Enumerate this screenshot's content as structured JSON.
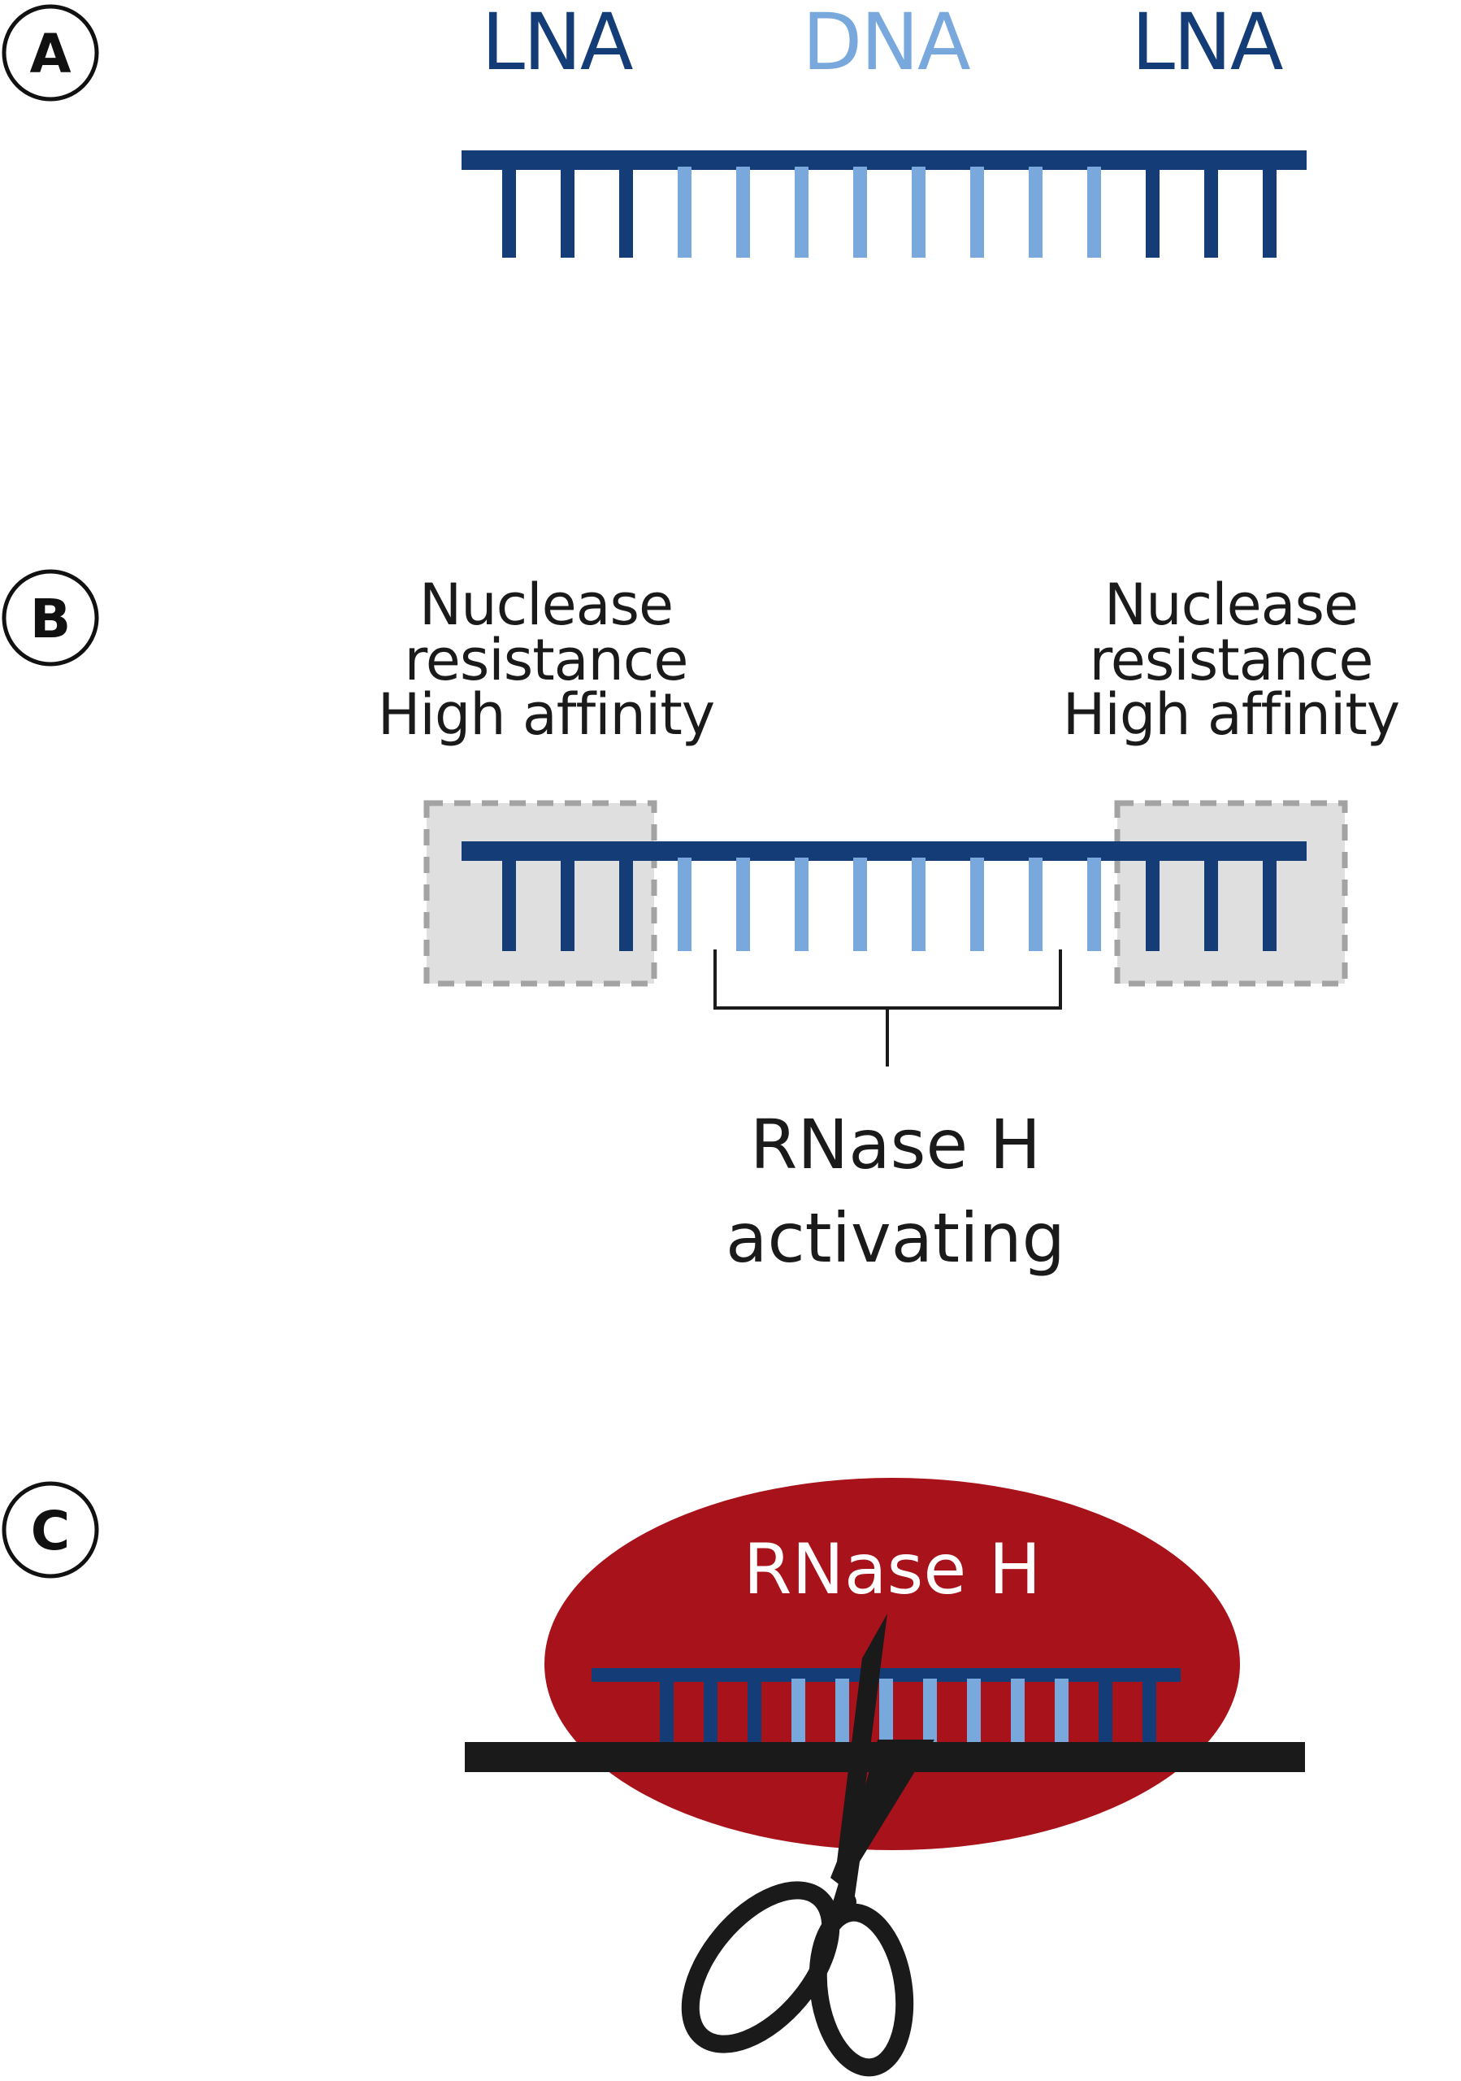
{
  "colors": {
    "lna": "#143d78",
    "dna": "#79a8dc",
    "rna": "#1a1a1a",
    "enzyme": "#a8121b",
    "box_fill": "#e0dfe0",
    "box_stroke": "#a3a3a3",
    "ink": "#1a1a1a"
  },
  "panels": [
    {
      "letter": "A",
      "labels": {
        "lna_left": "LNA",
        "dna": "DNA",
        "lna_right": "LNA"
      }
    },
    {
      "letter": "B",
      "left_annotation": [
        "Nuclease",
        "resistance",
        "High affinity"
      ],
      "right_annotation": [
        "Nuclease",
        "resistance",
        "High affinity"
      ],
      "bracket_label": [
        "RNase H",
        "activating"
      ]
    },
    {
      "letter": "C",
      "enzyme_label": "RNase H",
      "tool_icon": "scissors-icon"
    }
  ],
  "gapmer": {
    "pattern": [
      "lna",
      "lna",
      "lna",
      "dna",
      "dna",
      "dna",
      "dna",
      "dna",
      "dna",
      "dna",
      "dna",
      "lna",
      "lna",
      "lna"
    ]
  },
  "duplex": {
    "pattern": [
      "lna",
      "lna",
      "lna",
      "dna",
      "dna",
      "dna",
      "dna",
      "dna",
      "dna",
      "dna",
      "lna",
      "lna"
    ]
  }
}
